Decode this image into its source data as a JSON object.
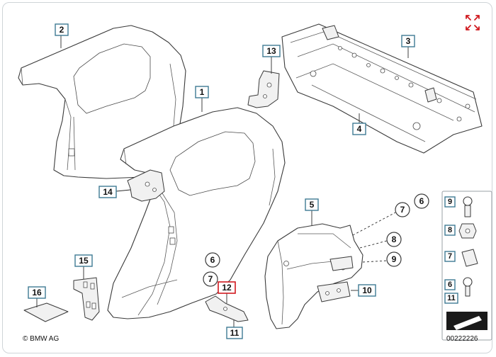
{
  "diagram": {
    "callouts": [
      "1",
      "2",
      "3",
      "4",
      "5",
      "6",
      "7",
      "8",
      "9",
      "10",
      "11",
      "12",
      "13",
      "14",
      "15",
      "16"
    ],
    "highlighted_callout": "12",
    "legend": [
      "9",
      "8",
      "7",
      "6",
      "11"
    ],
    "copyright": "© BMW AG",
    "image_number": "00222226"
  },
  "icons": {
    "expand": "expand-icon"
  },
  "colors": {
    "callout_border": "#3f7a93",
    "highlight": "#d0191f",
    "line": "#3a3a3a"
  }
}
